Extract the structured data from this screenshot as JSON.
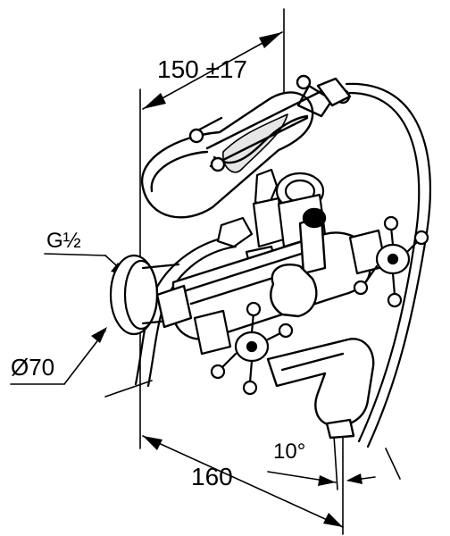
{
  "dimensions": {
    "projection_label": "150 ±17",
    "thread_label": "G½",
    "rosette_diameter_label": "Ø70",
    "spout_angle_label": "10°",
    "spout_projection_label": "160"
  },
  "colors": {
    "line": "#000000",
    "background": "#ffffff",
    "shade": "#e6e6e6"
  }
}
